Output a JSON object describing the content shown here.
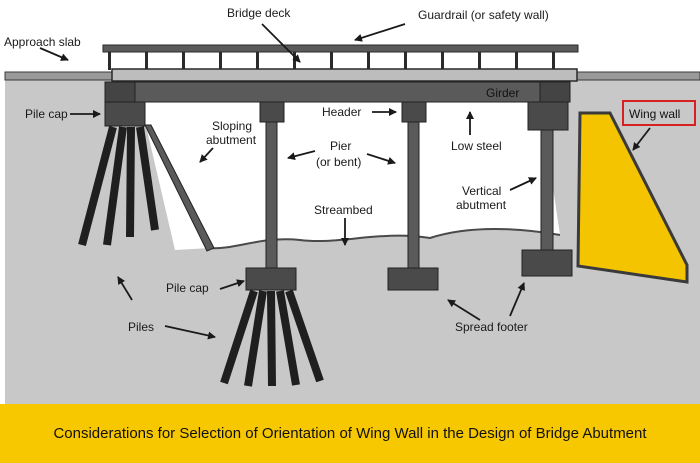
{
  "diagram": {
    "labels": {
      "bridge_deck": "Bridge deck",
      "guardrail": "Guardrail (or safety wall)",
      "approach_slab": "Approach slab",
      "pile_cap_top": "Pile cap",
      "girder": "Girder",
      "header": "Header",
      "sloping_abutment_1": "Sloping",
      "sloping_abutment_2": "abutment",
      "pier_1": "Pier",
      "pier_2": "(or bent)",
      "low_steel": "Low steel",
      "vertical_abutment_1": "Vertical",
      "vertical_abutment_2": "abutment",
      "streambed": "Streambed",
      "wing_wall": "Wing wall",
      "pile_cap_bottom": "Pile cap",
      "piles": "Piles",
      "spread_footer": "Spread footer"
    },
    "colors": {
      "ground": "#c8c8c8",
      "structure": "#4a4a4a",
      "wing_wall_fill": "#f5c400",
      "highlight_box": "#d92020",
      "caption_bg": "#f7c800"
    }
  },
  "caption": "Considerations for Selection of Orientation of Wing Wall in the Design of Bridge Abutment"
}
